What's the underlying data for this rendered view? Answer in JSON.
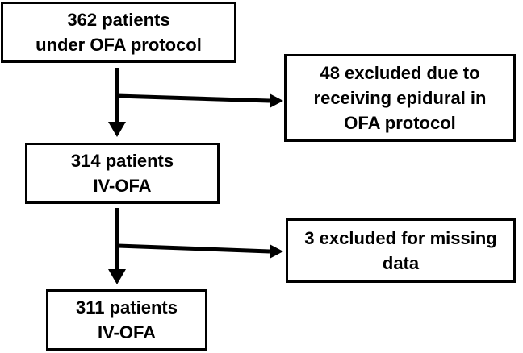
{
  "flowchart": {
    "nodes": {
      "enrolled": {
        "lines": [
          "362 patients",
          "under OFA protocol"
        ]
      },
      "excluded_epidural": {
        "lines": [
          "48 excluded due to",
          "receiving epidural in",
          "OFA protocol"
        ]
      },
      "iv_ofa_314": {
        "lines": [
          "314 patients",
          "IV-OFA"
        ]
      },
      "excluded_missing": {
        "lines": [
          "3 excluded for missing",
          "data"
        ]
      },
      "iv_ofa_311": {
        "lines": [
          "311 patients",
          "IV-OFA"
        ]
      }
    },
    "style": {
      "background_color": "#ffffff",
      "box_fill_color": "#ffffff",
      "box_border_color": "#000000",
      "text_color": "#000000",
      "arrow_color": "#000000"
    }
  }
}
